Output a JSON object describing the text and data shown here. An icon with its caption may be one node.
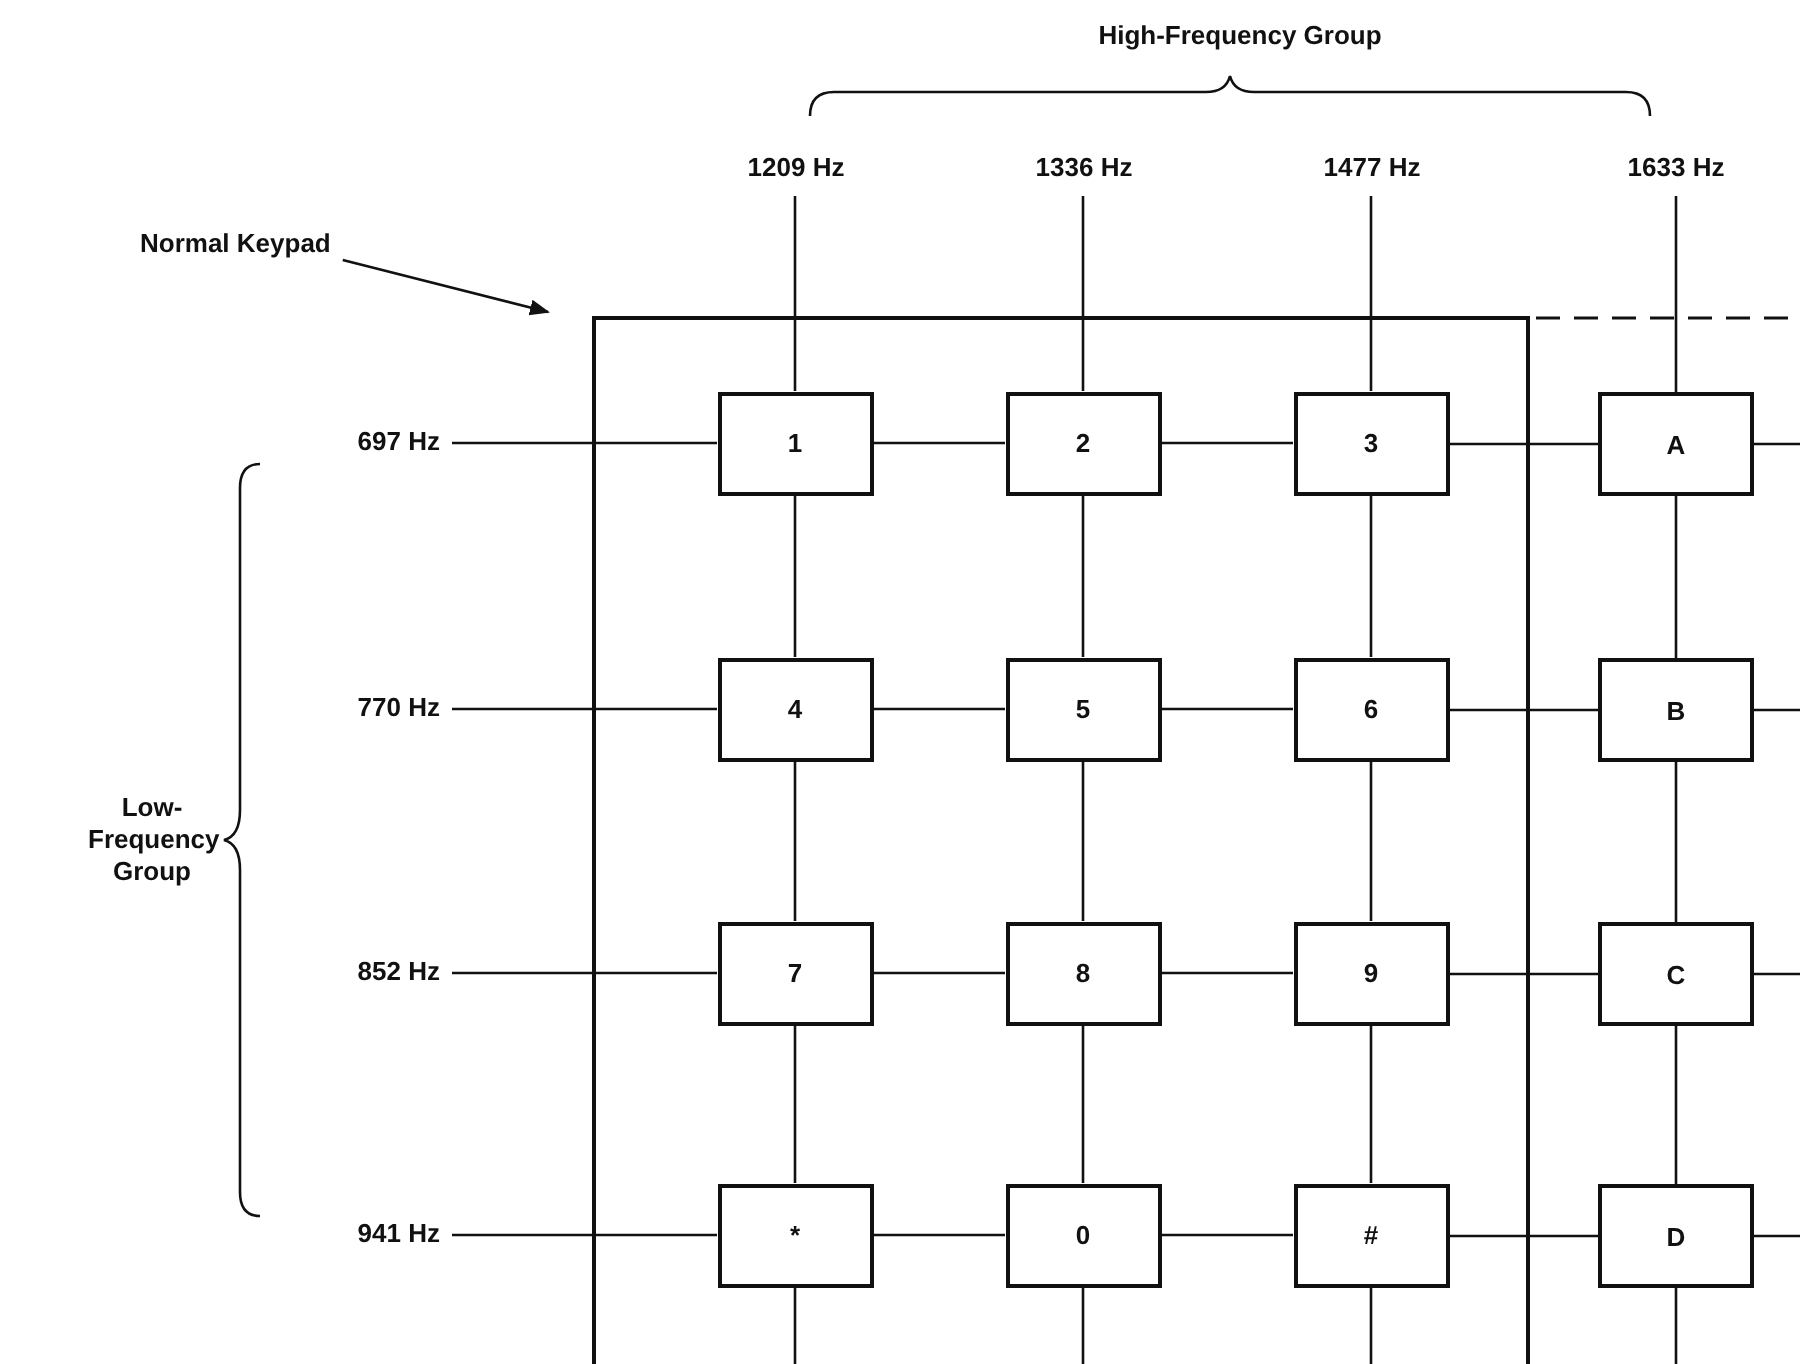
{
  "diagram": {
    "nodes": [
      {
        "text": [
          "Normal Keypad"
        ]
      },
      {
        "text": [
          "1209 Hz"
        ]
      },
      {
        "text": [
          "1336 Hz"
        ]
      },
      {
        "text": [
          "1477 Hz"
        ]
      },
      {
        "text": [
          "1633 Hz"
        ]
      },
      {
        "text": [],
        "shape": "box"
      },
      {
        "text": [
          "697 Hz"
        ]
      },
      {
        "text": [
          "1"
        ],
        "in": 5
      },
      {
        "text": [
          "2"
        ],
        "in": 5
      },
      {
        "text": [
          "3"
        ],
        "in": 5
      },
      {
        "text": [
          "A"
        ]
      },
      {
        "text": [
          "770 Hz"
        ]
      },
      {
        "text": [
          "4"
        ],
        "in": 5
      },
      {
        "text": [
          "5"
        ],
        "in": 5
      },
      {
        "text": [
          "6"
        ],
        "in": 5
      },
      {
        "text": [
          "B"
        ]
      },
      {
        "text": [
          "852 Hz"
        ]
      },
      {
        "text": [
          "7"
        ],
        "in": 5
      },
      {
        "text": [
          "8"
        ],
        "in": 5
      },
      {
        "text": [
          "9"
        ],
        "in": 5
      },
      {
        "text": [
          "C"
        ]
      },
      {
        "text": [
          "941 Hz"
        ]
      },
      {
        "text": [
          "*"
        ],
        "in": 5
      },
      {
        "text": [
          "0"
        ],
        "in": 5
      },
      {
        "text": [
          "#"
        ],
        "in": 5
      },
      {
        "text": [
          "D"
        ]
      }
    ],
    "edges": [
      {
        "from": 0,
        "to": 5,
        "arrow": "to"
      },
      {
        "from": 6,
        "to": 7,
        "arrow": "none"
      },
      {
        "from": 7,
        "to": 8,
        "arrow": "none"
      },
      {
        "from": 8,
        "to": 9,
        "arrow": "none"
      },
      {
        "from": 9,
        "to": 10,
        "arrow": "none"
      },
      {
        "from": 10,
        "to": null,
        "arrow": "none"
      },
      {
        "from": 11,
        "to": 12,
        "arrow": "none"
      },
      {
        "from": 12,
        "to": 13,
        "arrow": "none"
      },
      {
        "from": 13,
        "to": 14,
        "arrow": "none"
      },
      {
        "from": 14,
        "to": 15,
        "arrow": "none"
      },
      {
        "from": 15,
        "to": null,
        "arrow": "none"
      },
      {
        "from": 16,
        "to": 17,
        "arrow": "none"
      },
      {
        "from": 17,
        "to": 18,
        "arrow": "none"
      },
      {
        "from": 18,
        "to": 19,
        "arrow": "none"
      },
      {
        "from": 19,
        "to": 20,
        "arrow": "none"
      },
      {
        "from": 20,
        "to": null,
        "arrow": "none"
      },
      {
        "from": 21,
        "to": 22,
        "arrow": "none"
      },
      {
        "from": 22,
        "to": 23,
        "arrow": "none"
      },
      {
        "from": 23,
        "to": 24,
        "arrow": "none"
      },
      {
        "from": 24,
        "to": 25,
        "arrow": "none"
      },
      {
        "from": 25,
        "to": null,
        "arrow": "none"
      },
      {
        "from": 1,
        "to": 7,
        "arrow": "none"
      },
      {
        "from": 7,
        "to": 12,
        "arrow": "none"
      },
      {
        "from": 12,
        "to": 17,
        "arrow": "none"
      },
      {
        "from": 17,
        "to": 22,
        "arrow": "none"
      },
      {
        "from": 22,
        "to": null,
        "arrow": "none"
      },
      {
        "from": 2,
        "to": 8,
        "arrow": "none"
      },
      {
        "from": 8,
        "to": 13,
        "arrow": "none"
      },
      {
        "from": 13,
        "to": 18,
        "arrow": "none"
      },
      {
        "from": 18,
        "to": 23,
        "arrow": "none"
      },
      {
        "from": 23,
        "to": null,
        "arrow": "none"
      },
      {
        "from": 3,
        "to": 9,
        "arrow": "none"
      },
      {
        "from": 9,
        "to": 14,
        "arrow": "none"
      },
      {
        "from": 14,
        "to": 19,
        "arrow": "none"
      },
      {
        "from": 19,
        "to": 24,
        "arrow": "none"
      },
      {
        "from": 24,
        "to": null,
        "arrow": "none"
      },
      {
        "from": 4,
        "to": 10,
        "arrow": "none"
      },
      {
        "from": 10,
        "to": 15,
        "arrow": "none"
      },
      {
        "from": 15,
        "to": 20,
        "arrow": "none"
      },
      {
        "from": 20,
        "to": 25,
        "arrow": "none"
      },
      {
        "from": 25,
        "to": null,
        "arrow": "none"
      }
    ],
    "labels": [
      "High-Frequency Group",
      "Low- Frequency Group"
    ]
  }
}
